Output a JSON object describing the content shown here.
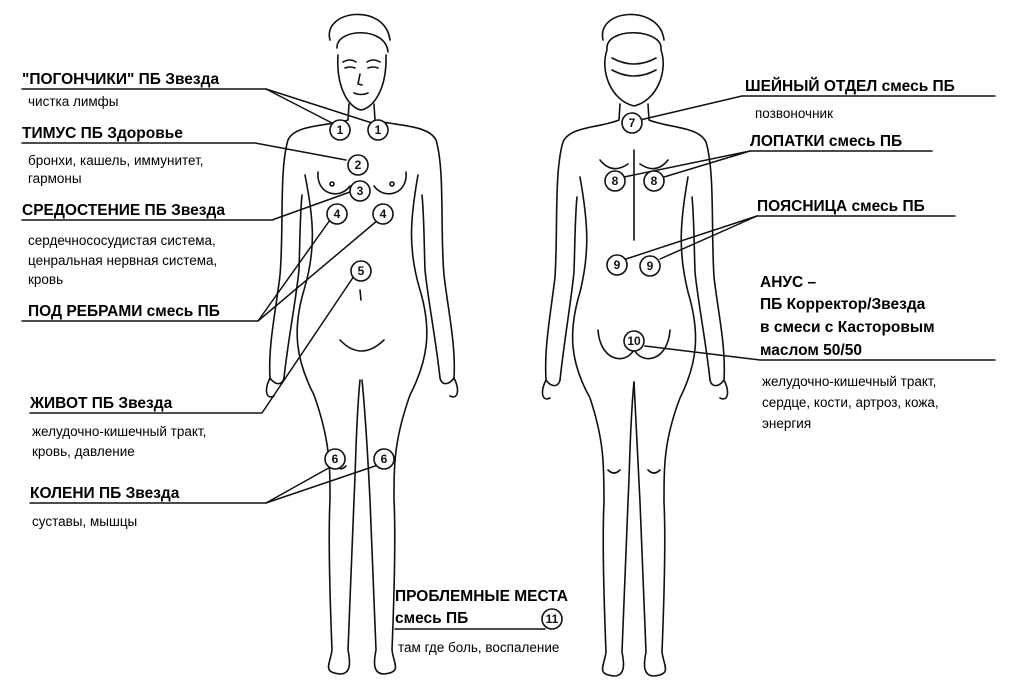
{
  "points": [
    {
      "title": "\"ПОГОНЧИКИ\" ПБ Звезда",
      "desc": [
        "чистка лимфы"
      ],
      "number": "1"
    },
    {
      "title": "ТИМУС ПБ Здоровье",
      "desc": [
        "бронхи, кашель, иммунитет,",
        "гармоны"
      ],
      "number": "2"
    },
    {
      "title": "СРЕДОСТЕНИЕ ПБ Звезда",
      "desc": [
        "сердечнососудистая система,",
        "ценральная нервная система,",
        "кровь"
      ],
      "number": "3"
    },
    {
      "title": "ПОД РЕБРАМИ смесь ПБ",
      "desc": [],
      "number": "4"
    },
    {
      "title": "ЖИВОТ ПБ Звезда",
      "desc": [
        "желудочно-кишечный тракт,",
        "кровь, давление"
      ],
      "number": "5"
    },
    {
      "title": "КОЛЕНИ ПБ Звезда",
      "desc": [
        "суставы, мышцы"
      ],
      "number": "6"
    },
    {
      "title": "ШЕЙНЫЙ ОТДЕЛ смесь ПБ",
      "desc": [
        "позвоночник"
      ],
      "number": "7"
    },
    {
      "title": "ЛОПАТКИ смесь ПБ",
      "desc": [],
      "number": "8"
    },
    {
      "title": "ПОЯСНИЦА смесь ПБ",
      "desc": [],
      "number": "9"
    },
    {
      "title_lines": [
        "АНУС –",
        "ПБ Корректор/Звезда",
        "в смеси с Касторовым",
        "маслом 50/50"
      ],
      "desc": [
        "желудочно-кишечный тракт,",
        "сердце, кости, артроз, кожа,",
        "энергия"
      ],
      "number": "10"
    },
    {
      "title_lines": [
        "ПРОБЛЕМНЫЕ МЕСТА",
        "смесь ПБ"
      ],
      "desc": [
        "там где боль, воспаление"
      ],
      "number": "11"
    }
  ],
  "colors": {
    "line": "#111111",
    "background": "#ffffff"
  }
}
